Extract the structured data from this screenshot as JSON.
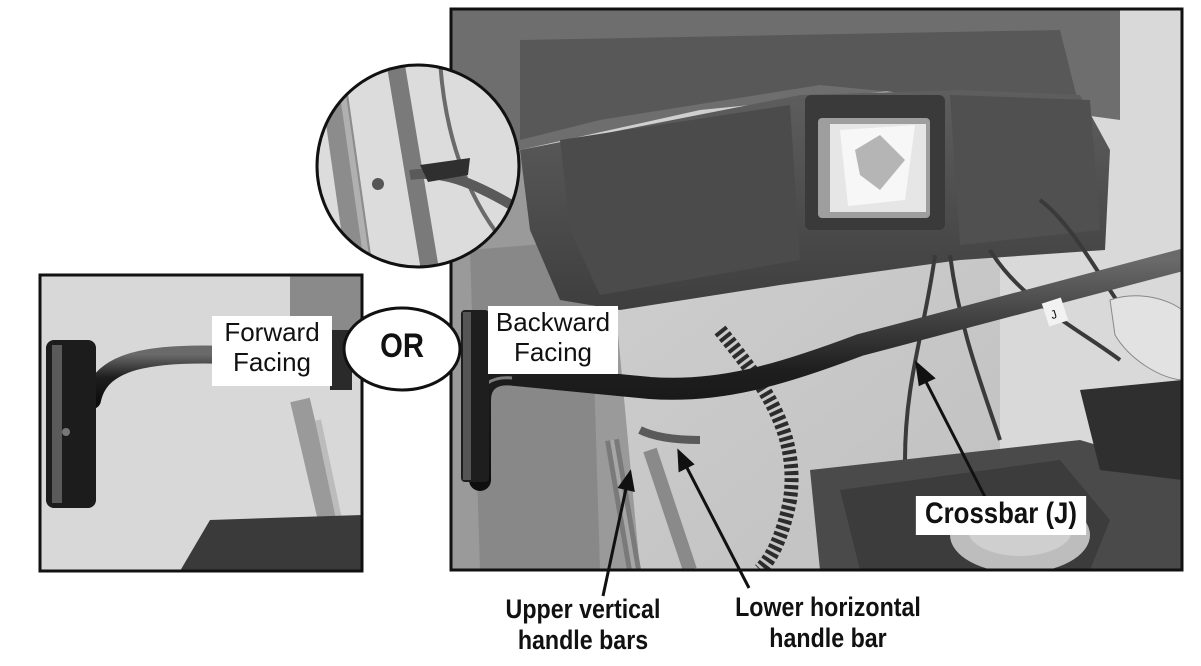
{
  "labels": {
    "forward_line1": "Forward",
    "forward_line2": "Facing",
    "backward_line1": "Backward",
    "backward_line2": "Facing",
    "or": "OR",
    "crossbar": "Crossbar (J)",
    "upper_line1": "Upper vertical",
    "upper_line2": "handle bars",
    "lower_line1": "Lower horizontal",
    "lower_line2": "handle bar",
    "tag_letter": "J"
  },
  "colors": {
    "ink": "#111111",
    "background": "#ffffff",
    "photo_bg": "#cfcfcf",
    "machine_dark": "#4a4a4a",
    "machine_mid": "#6b6b6b"
  }
}
